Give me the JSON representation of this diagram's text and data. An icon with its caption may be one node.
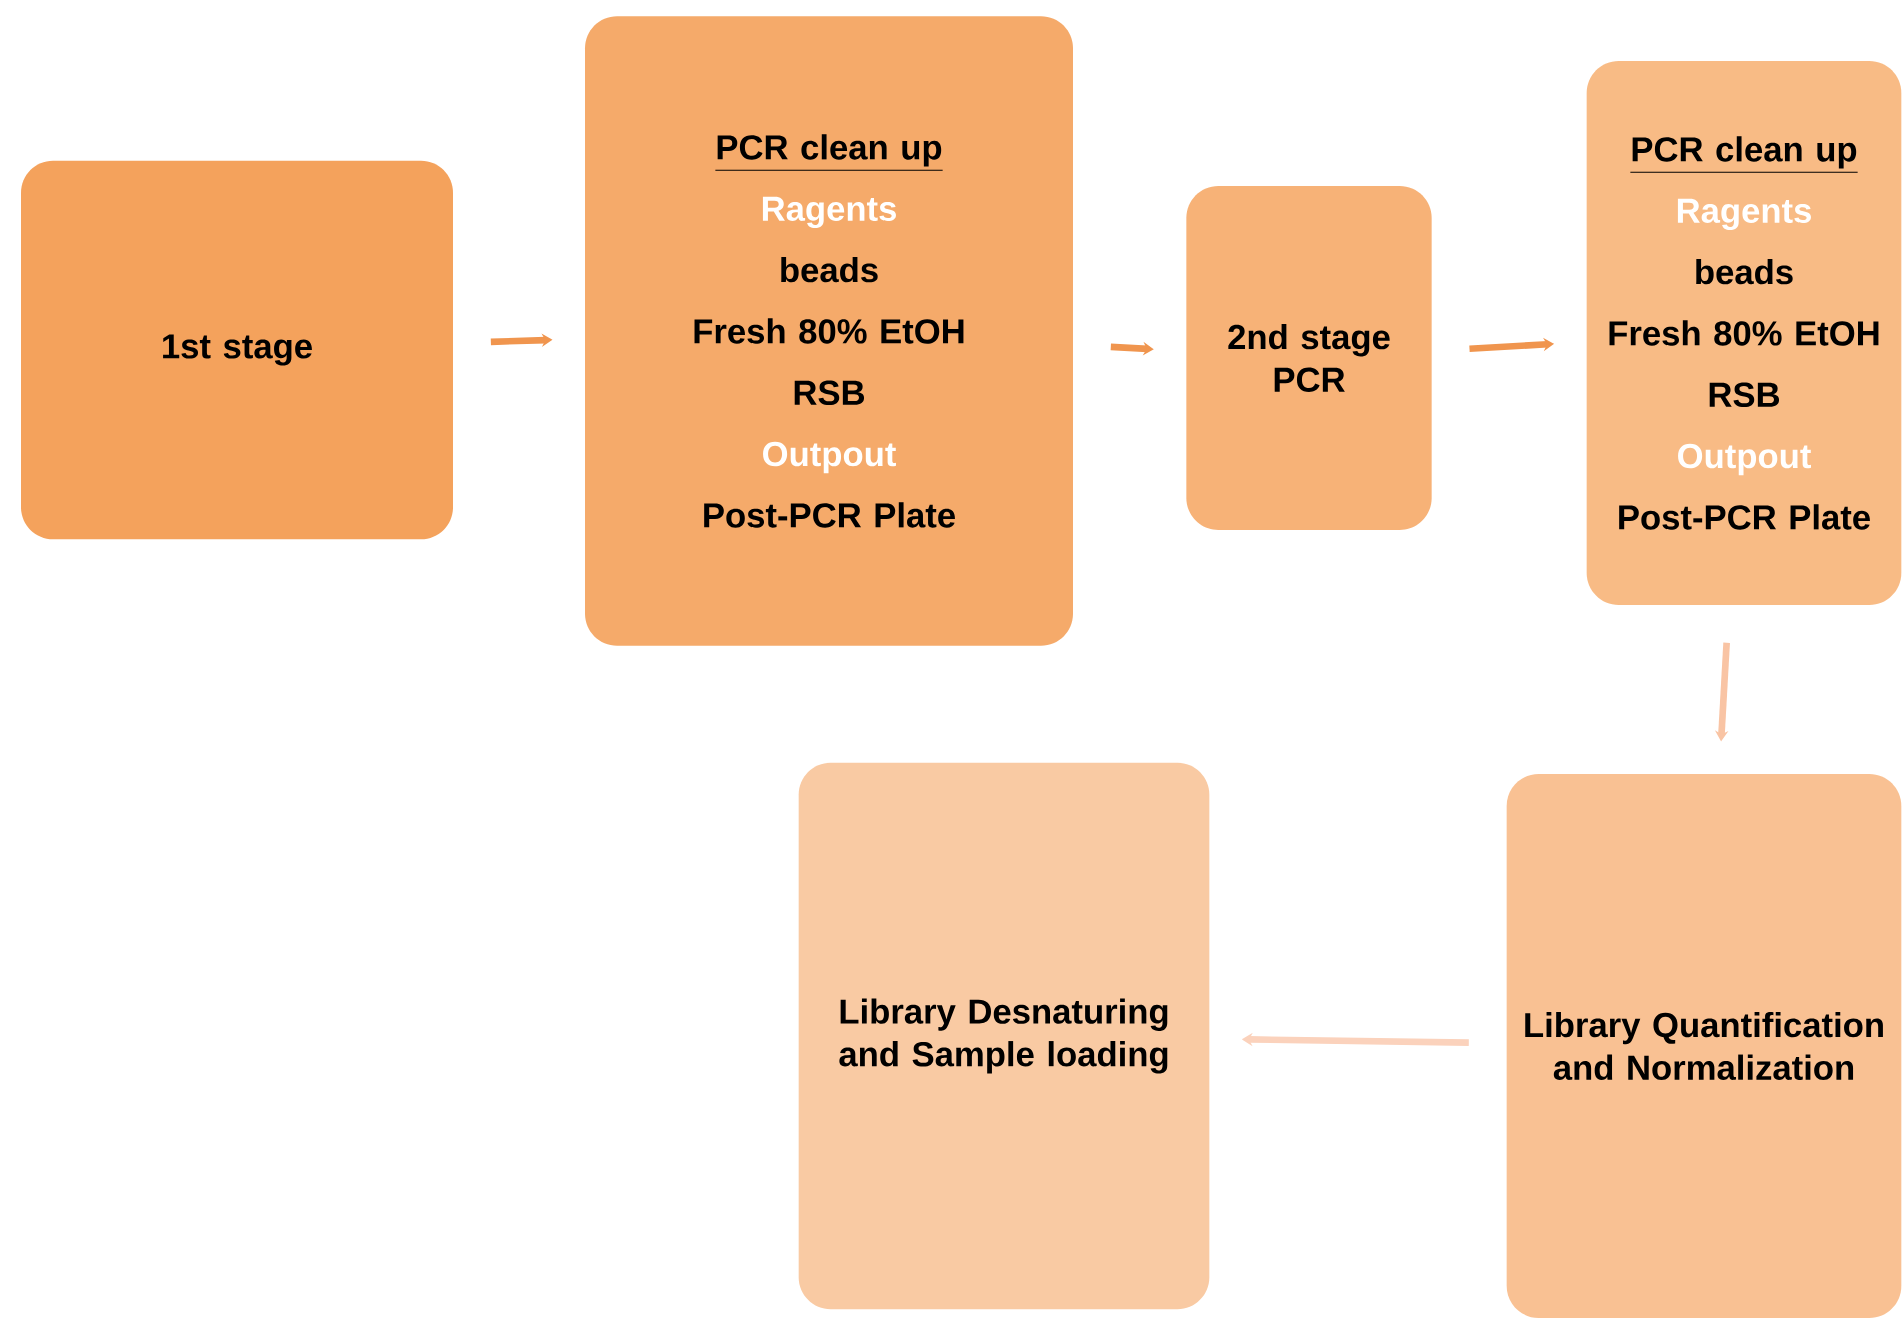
{
  "diagram": {
    "nodes": [
      {
        "text": [
          "1st stage"
        ]
      },
      {
        "text": [
          "PCR clean up",
          "Ragents",
          "beads",
          "Fresh 80% EtOH",
          "RSB",
          "Outpout",
          "Post-PCR Plate"
        ]
      },
      {
        "text": [
          "2nd stage PCR"
        ]
      },
      {
        "text": [
          "PCR clean up",
          "Ragents",
          "beads",
          "Fresh 80% EtOH",
          "RSB",
          "Outpout",
          "Post-PCR Plate"
        ]
      },
      {
        "text": [
          "Library Quantification and Normalization"
        ]
      },
      {
        "text": [
          "Library Desnaturing and Sample loading"
        ]
      }
    ],
    "edges": [
      {
        "from": 0,
        "to": 1,
        "arrow": "to"
      },
      {
        "from": 1,
        "to": 2,
        "arrow": "to"
      },
      {
        "from": 2,
        "to": 3,
        "arrow": "to"
      },
      {
        "from": 3,
        "to": 4,
        "arrow": "to",
        "color": "#f9c4a4"
      },
      {
        "from": 4,
        "to": 5,
        "arrow": "to",
        "color": "#fbd2bc"
      }
    ]
  }
}
